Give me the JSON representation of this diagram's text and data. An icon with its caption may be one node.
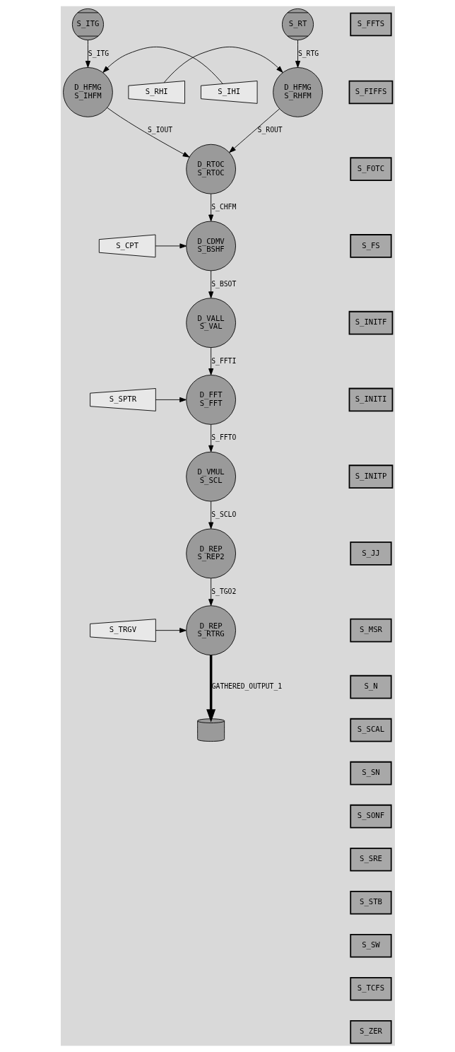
{
  "diagram": {
    "nodes": [
      {
        "text": [
          "S_ITG"
        ]
      },
      {
        "text": [
          "S_RT"
        ]
      },
      {
        "text": [
          "D_HFMG S_IHFM"
        ]
      },
      {
        "text": [
          "D_HFMG S_RHFM"
        ]
      },
      {
        "text": [
          "D_RTOC S_RTOC"
        ]
      },
      {
        "text": [
          "D_CDMV S_BSHF"
        ]
      },
      {
        "text": [
          "D_VALL S_VAL"
        ]
      },
      {
        "text": [
          "D_FFT S_FFT"
        ]
      },
      {
        "text": [
          "D_VMUL S_SCL"
        ]
      },
      {
        "text": [
          "D_REP S_REP2"
        ]
      },
      {
        "text": [
          "D_REP S_RTRG"
        ]
      },
      {
        "text": [],
        "shape": "cylinder"
      },
      {
        "text": [
          "S_IHI"
        ]
      },
      {
        "text": [
          "S_RHI"
        ]
      },
      {
        "text": [
          "S_CPT"
        ]
      },
      {
        "text": [
          "S_SPTR"
        ]
      },
      {
        "text": [
          "S_TRGV"
        ]
      },
      {
        "text": [
          "S_FFTS"
        ]
      },
      {
        "text": [
          "S_FIFFS"
        ]
      },
      {
        "text": [
          "S_FOTC"
        ]
      },
      {
        "text": [
          "S_FS"
        ]
      },
      {
        "text": [
          "S_INITF"
        ]
      },
      {
        "text": [
          "S_INITI"
        ]
      },
      {
        "text": [
          "S_INITP"
        ]
      },
      {
        "text": [
          "S_JJ"
        ]
      },
      {
        "text": [
          "S_MSR"
        ]
      },
      {
        "text": [
          "S_N"
        ]
      },
      {
        "text": [
          "S_SCAL"
        ]
      },
      {
        "text": [
          "S_SN"
        ]
      },
      {
        "text": [
          "S_SONF"
        ]
      },
      {
        "text": [
          "S_SRE"
        ]
      },
      {
        "text": [
          "S_STB"
        ]
      },
      {
        "text": [
          "S_SW"
        ]
      },
      {
        "text": [
          "S_TCFS"
        ]
      },
      {
        "text": [
          "S_ZER"
        ]
      }
    ],
    "edges": [
      {
        "from": 0,
        "to": 2,
        "arrow": "to",
        "label": "S_ITG"
      },
      {
        "from": 1,
        "to": 3,
        "arrow": "to",
        "label": "S_RTG"
      },
      {
        "from": 12,
        "to": 2,
        "arrow": "to"
      },
      {
        "from": 13,
        "to": 3,
        "arrow": "to"
      },
      {
        "from": 2,
        "to": 4,
        "arrow": "to",
        "label": "S_IOUT"
      },
      {
        "from": 3,
        "to": 4,
        "arrow": "to",
        "label": "S_ROUT"
      },
      {
        "from": 4,
        "to": 5,
        "arrow": "to",
        "label": "S_CHFM"
      },
      {
        "from": 14,
        "to": 5,
        "arrow": "to"
      },
      {
        "from": 5,
        "to": 6,
        "arrow": "to",
        "label": "S_BSOT"
      },
      {
        "from": 6,
        "to": 7,
        "arrow": "to",
        "label": "S_FFTI"
      },
      {
        "from": 15,
        "to": 7,
        "arrow": "to"
      },
      {
        "from": 7,
        "to": 8,
        "arrow": "to",
        "label": "S_FFTO"
      },
      {
        "from": 8,
        "to": 9,
        "arrow": "to",
        "label": "S_SCLO"
      },
      {
        "from": 9,
        "to": 10,
        "arrow": "to",
        "label": "S_TGO2"
      },
      {
        "from": 16,
        "to": 10,
        "arrow": "to"
      },
      {
        "from": 10,
        "to": 11,
        "arrow": "to",
        "label": "GATHERED_OUTPUT_1",
        "style": "thick"
      }
    ]
  }
}
